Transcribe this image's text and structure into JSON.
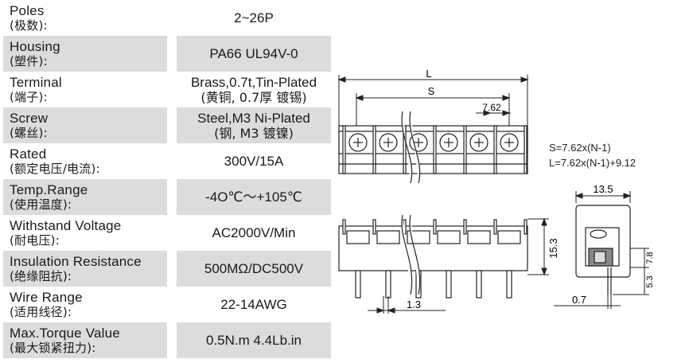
{
  "specs": [
    {
      "en": "Poles",
      "zh": "(极数):",
      "value": "2~26P",
      "value2": ""
    },
    {
      "en": "Housing",
      "zh": "(塑件):",
      "value": "PA66 UL94V-0",
      "value2": ""
    },
    {
      "en": "Terminal",
      "zh": "(端子):",
      "value": "Brass,0.7t,Tin-Plated",
      "value2": "(黄铜, 0.7厚 镀锡)"
    },
    {
      "en": "Screw",
      "zh": "(螺丝):",
      "value": "Steel,M3 Ni-Plated",
      "value2": "(钢, M3 镀镍)"
    },
    {
      "en": "Rated",
      "zh": "(额定电压/电流):",
      "value": "300V/15A",
      "value2": ""
    },
    {
      "en": "Temp.Range",
      "zh": "(使用温度):",
      "value": "-4O℃～+105℃",
      "value2": ""
    },
    {
      "en": "Withstand Voltage",
      "zh": "(耐电压):",
      "value": "AC2000V/Min",
      "value2": ""
    },
    {
      "en": "Insulation Resistance",
      "zh": "(绝缘阻抗):",
      "value": "500MΩ/DC500V",
      "value2": ""
    },
    {
      "en": "Wire Range",
      "zh": "(适用线径):",
      "value": "22-14AWG",
      "value2": ""
    },
    {
      "en": "Max.Torque Value",
      "zh": "(最大锁紧扭力):",
      "value": "0.5N.m 4.4Lb.in",
      "value2": ""
    }
  ],
  "drawing": {
    "dim_L": "L",
    "dim_S": "S",
    "pitch": "7.62",
    "height": "15.3",
    "pin_width": "1.3",
    "side_width": "13.5",
    "side_h1": "7.8",
    "side_h2": "5.3",
    "side_pin": "0.7",
    "formula_S": "S=7.62x(N-1)",
    "formula_L": "L=7.62x(N-1)+9.12"
  }
}
